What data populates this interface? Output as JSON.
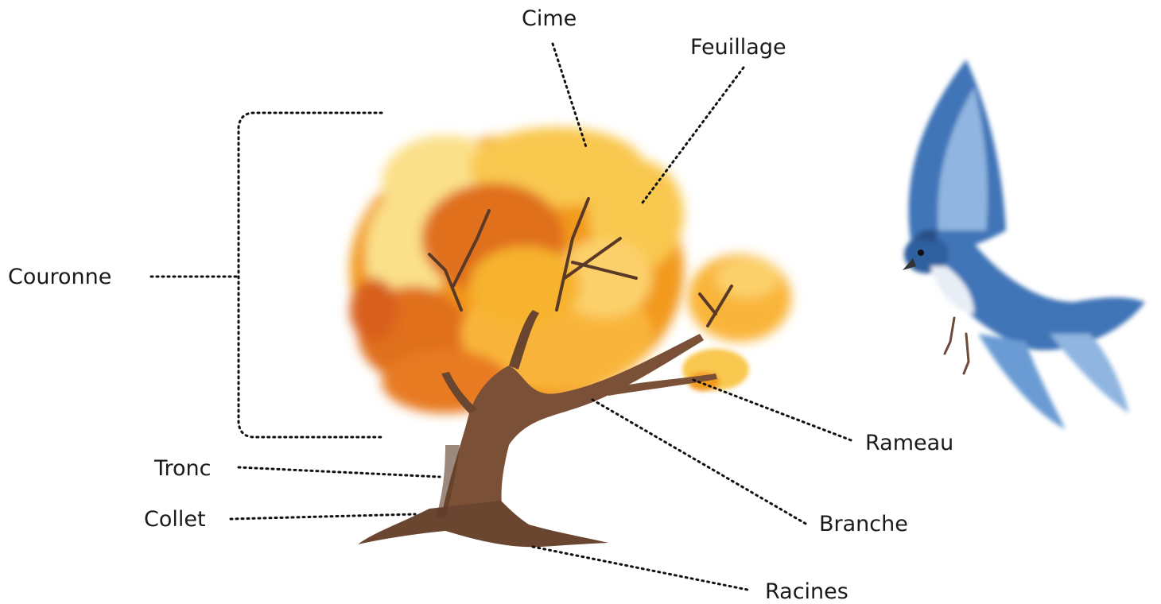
{
  "labels": {
    "cime": "Cime",
    "feuillage": "Feuillage",
    "couronne": "Couronne",
    "rameau": "Rameau",
    "tronc": "Tronc",
    "branche": "Branche",
    "collet": "Collet",
    "racines": "Racines"
  },
  "colors": {
    "foliage_dark": "#e0701a",
    "foliage_mid": "#f29a1e",
    "foliage_light": "#f9c84f",
    "foliage_pale": "#fbe08a",
    "bark": "#7a5036",
    "bark_dark": "#5a3a26",
    "bird_blue": "#3f74b8",
    "bird_light": "#8fb5e0"
  }
}
